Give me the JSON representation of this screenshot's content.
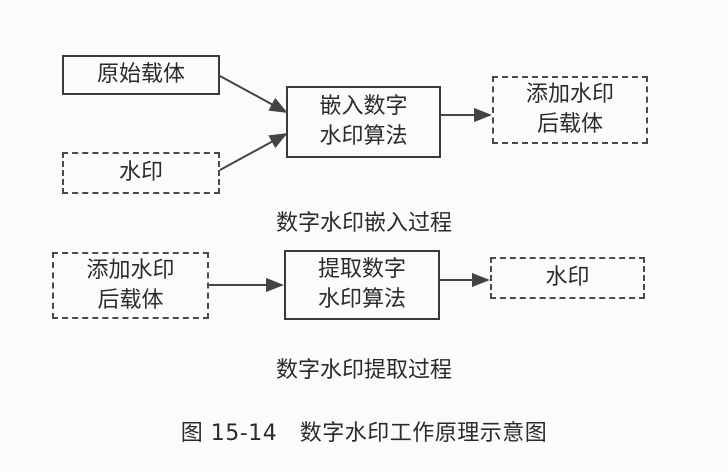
{
  "embed": {
    "carrier": "原始载体",
    "watermark": "水印",
    "algorithm": "嵌入数字\n水印算法",
    "output": "添加水印\n后载体",
    "caption": "数字水印嵌入过程"
  },
  "extract": {
    "input": "添加水印\n后载体",
    "algorithm": "提取数字\n水印算法",
    "output": "水印",
    "caption": "数字水印提取过程"
  },
  "figure_caption": "图 15-14　数字水印工作原理示意图"
}
